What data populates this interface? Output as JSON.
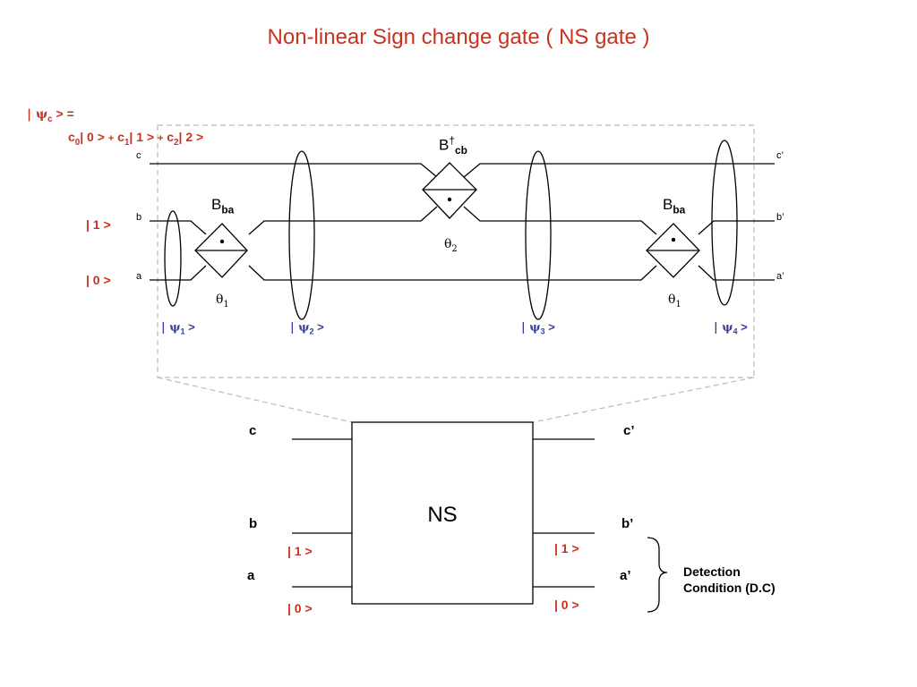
{
  "title": "Non-linear Sign change gate ( NS gate )",
  "colors": {
    "accent": "#c8331f",
    "psi": "#3a3f9c",
    "line": "#000000",
    "frame": "#bbbbbb"
  },
  "input_state": {
    "lhs": "| ψ",
    "lhs_sub": "c",
    "lhs_tail": " > =",
    "c0": "c",
    "c0_sub": "0",
    "ket0": "| 0 >",
    "plus1": "+",
    "c1": "c",
    "c1_sub": "1",
    "ket1": "| 1 >",
    "plus2": "+",
    "c2": "c",
    "c2_sub": "2",
    "ket2": "| 2 >"
  },
  "circuit": {
    "mode_left": {
      "c": "c",
      "b": "b",
      "a": "a"
    },
    "mode_right": {
      "c": "c’",
      "b": "b’",
      "a": "a’"
    },
    "inputs": {
      "b": "| 1 >",
      "a": "| 0 >"
    },
    "beam_splitters": [
      {
        "label": "B",
        "sub": "ba",
        "sup": "",
        "angle": "θ",
        "angle_sub": "1"
      },
      {
        "label": "B",
        "sub": "cb",
        "sup": "†",
        "angle": "θ",
        "angle_sub": "2"
      },
      {
        "label": "B",
        "sub": "ba",
        "sup": "",
        "angle": "θ",
        "angle_sub": "1"
      }
    ],
    "states": [
      {
        "pre": "| ψ",
        "sub": "1",
        "post": " >"
      },
      {
        "pre": "| ψ",
        "sub": "2",
        "post": " >"
      },
      {
        "pre": "| ψ",
        "sub": "3",
        "post": " >"
      },
      {
        "pre": "| ψ",
        "sub": "4",
        "post": " >"
      }
    ]
  },
  "ns_box": {
    "label": "NS",
    "left": {
      "c": "c",
      "b": "b",
      "a": "a"
    },
    "right": {
      "c": "c’",
      "b": "b’",
      "a": "a’"
    },
    "in_b": "| 1 >",
    "in_a": "| 0 >",
    "out_b": "| 1 >",
    "out_a": "| 0 >",
    "detection_line1": "Detection",
    "detection_line2": "Condition (D.C)"
  }
}
